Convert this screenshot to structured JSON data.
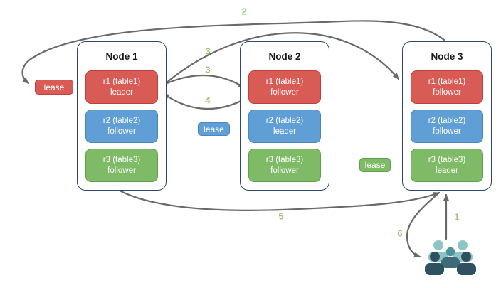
{
  "diagram": {
    "nodes": [
      {
        "title": "Node 1",
        "replicas": [
          {
            "label": "r1 (table1)",
            "role": "leader",
            "color": "red"
          },
          {
            "label": "r2 (table2)",
            "role": "follower",
            "color": "blue"
          },
          {
            "label": "r3 (table3)",
            "role": "follower",
            "color": "green"
          }
        ]
      },
      {
        "title": "Node 2",
        "replicas": [
          {
            "label": "r1 (table1)",
            "role": "follower",
            "color": "red"
          },
          {
            "label": "r2 (table2)",
            "role": "leader",
            "color": "blue"
          },
          {
            "label": "r3 (table3)",
            "role": "follower",
            "color": "green"
          }
        ]
      },
      {
        "title": "Node 3",
        "replicas": [
          {
            "label": "r1 (table1)",
            "role": "follower",
            "color": "red"
          },
          {
            "label": "r2 (table2)",
            "role": "follower",
            "color": "blue"
          },
          {
            "label": "r3 (table3)",
            "role": "leader",
            "color": "green"
          }
        ]
      }
    ],
    "leases": [
      {
        "label": "lease",
        "color": "red"
      },
      {
        "label": "lease",
        "color": "blue"
      },
      {
        "label": "lease",
        "color": "green"
      }
    ],
    "steps": {
      "s1": "1",
      "s2": "2",
      "s3a": "3",
      "s3b": "3",
      "s4": "4",
      "s5": "5",
      "s6": "6"
    },
    "icons": {
      "client": "users-group-icon"
    },
    "colors": {
      "red": "#d85b56",
      "red_border": "#c0403c",
      "blue": "#5f9fd6",
      "blue_border": "#4a86c0",
      "green": "#7fba67",
      "green_border": "#5fa04b",
      "arrow": "#696969",
      "step": "#93c87b",
      "node_border": "#2c4770",
      "title_text": "#1a1a1a",
      "people_light": "#8cc5c4",
      "people_mid": "#4e949b",
      "people_mid_dark": "#3e6b79",
      "people_dark": "#2f5061"
    }
  }
}
